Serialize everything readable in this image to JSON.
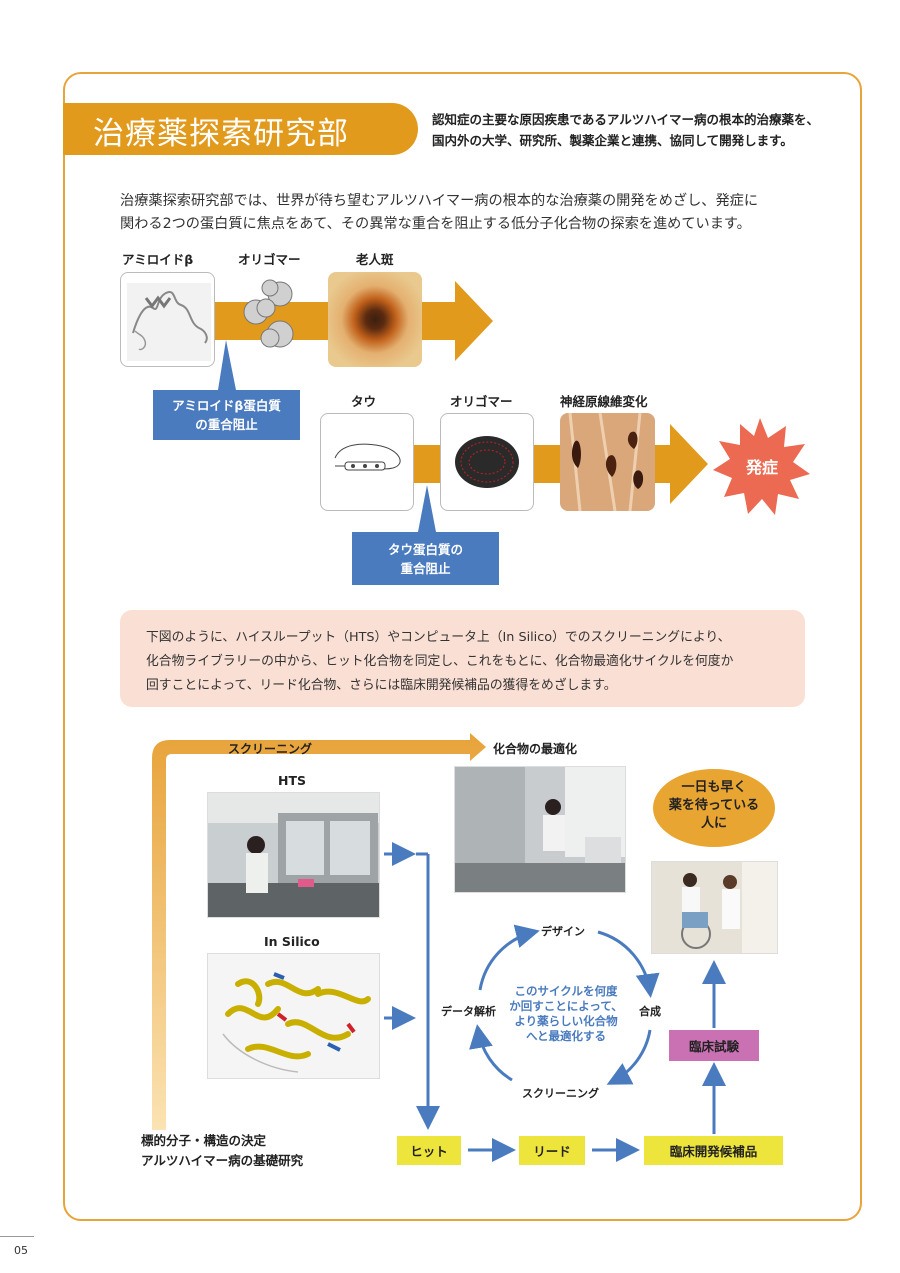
{
  "header": {
    "title": "治療薬探索研究部",
    "description_lines": [
      "認知症の主要な原因疾患であるアルツハイマー病の根本的治療薬を、",
      "国内外の大学、研究所、製薬企業と連携、協同して開発します。"
    ]
  },
  "intro": {
    "lines": [
      "治療薬探索研究部では、世界が待ち望むアルツハイマー病の根本的な治療薬の開発をめざし、発症に",
      "関わる2つの蛋白質に焦点をあて、その異常な重合を阻止する低分子化合物の探索を進めています。"
    ]
  },
  "pathway": {
    "amyloid_beta_label": "アミロイドβ",
    "oligomer1_label": "オリゴマー",
    "plaque_label": "老人斑",
    "tau_label": "タウ",
    "oligomer2_label": "オリゴマー",
    "tangle_label": "神経原線維変化",
    "onset_label": "発症",
    "inhibit_amyloid": [
      "アミロイドβ蛋白質",
      "の重合阻止"
    ],
    "inhibit_tau": [
      "タウ蛋白質の",
      "重合阻止"
    ]
  },
  "info": {
    "lines": [
      "下図のように、ハイスループット（HTS）やコンピュータ上（In Silico）でのスクリーニングにより、",
      "化合物ライブラリーの中から、ヒット化合物を同定し、これをもとに、化合物最適化サイクルを何度か",
      "回すことによって、リード化合物、さらには臨床開発候補品の獲得をめざします。"
    ]
  },
  "flow": {
    "screening_label": "スクリーニング",
    "optimization_label": "化合物の最適化",
    "hts_label": "HTS",
    "insilico_label": "In Silico",
    "base_research": [
      "標的分子・構造の決定",
      "アルツハイマー病の基礎研究"
    ],
    "hit": "ヒット",
    "lead": "リード",
    "candidate": "臨床開発候補品",
    "clinical_trial": "臨床試験",
    "waiting_people": [
      "一日も早く",
      "薬を待っている",
      "人に"
    ],
    "cycle": {
      "design": "デザイン",
      "synthesis": "合成",
      "screening": "スクリーニング",
      "analysis": "データ解析",
      "center": [
        "このサイクルを何度",
        "か回すことによって、",
        "より薬らしい化合物",
        "へと最適化する"
      ]
    }
  },
  "page_number": "05",
  "colors": {
    "orange": "#e29a1c",
    "frame_orange": "#e8a33a",
    "blue": "#4a7bbf",
    "pink_box": "#fadfd4",
    "yellow_box": "#eee53c",
    "magenta_box": "#c971b3",
    "onset_red": "#ec6a52"
  }
}
